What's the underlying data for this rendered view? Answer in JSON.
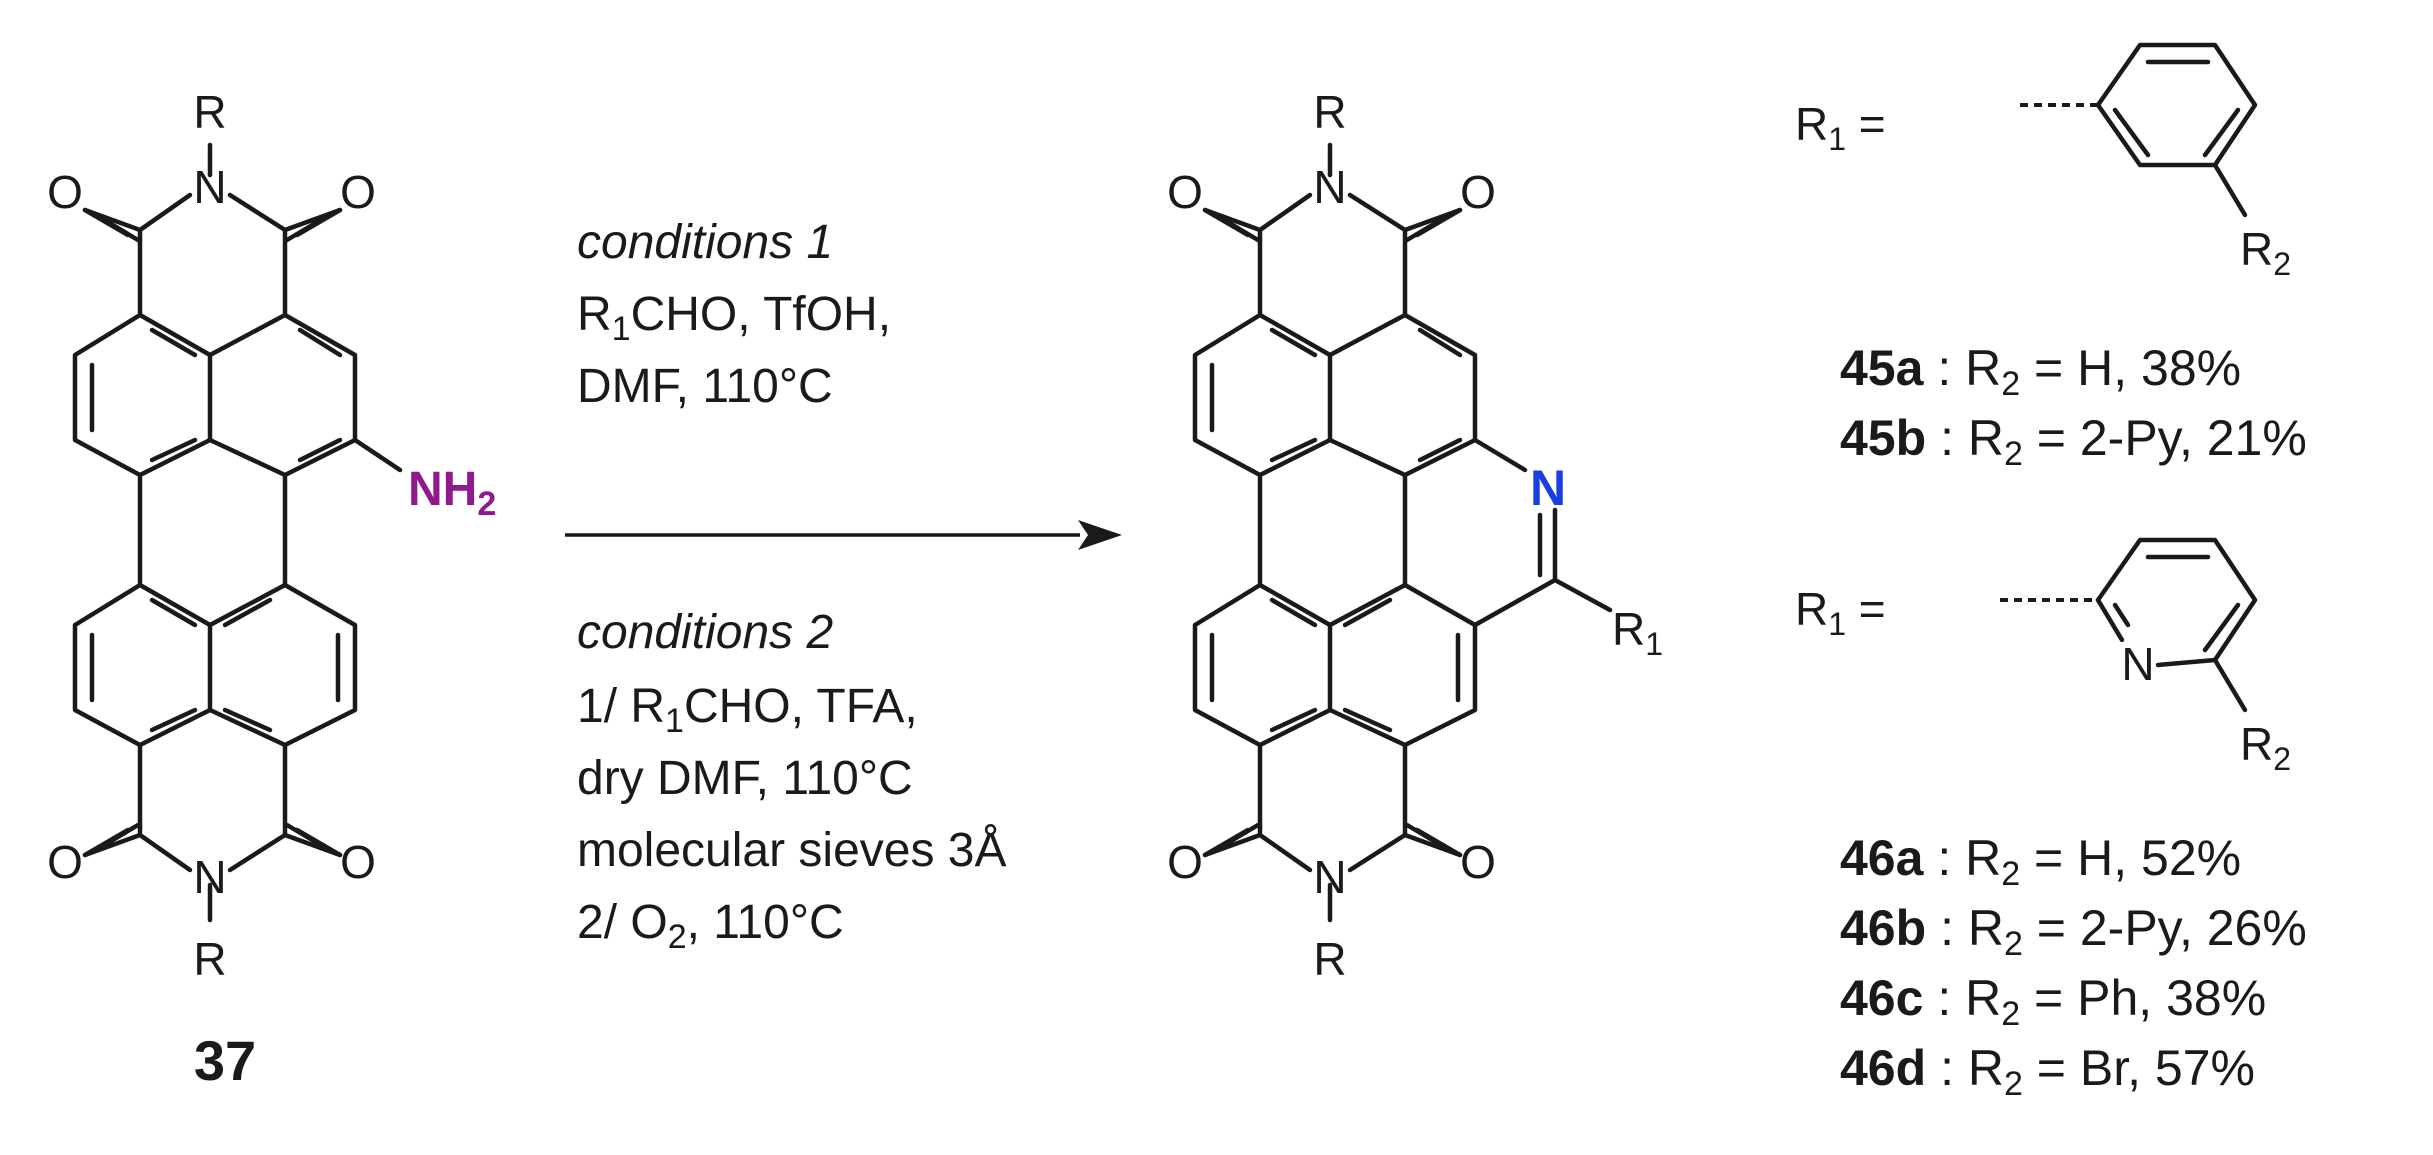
{
  "colors": {
    "bond": "#1a1a1a",
    "amine": "#8e1a8e",
    "pyridine_n": "#1a3fe0",
    "background": "#ffffff"
  },
  "reactant": {
    "compound_number": "37",
    "substituent_top": "R",
    "substituent_bottom": "R",
    "imide_n": "N",
    "carbonyl_o": "O",
    "amine_label": "NH",
    "amine_subscript": "2"
  },
  "arrow": {
    "conditions1": {
      "heading": "conditions 1",
      "line1_pre": "R",
      "line1_sub": "1",
      "line1_post": "CHO, TfOH,",
      "line2": "DMF, 110°C"
    },
    "conditions2": {
      "heading": "conditions 2",
      "line1_pre": "1/ R",
      "line1_sub": "1",
      "line1_post": "CHO, TFA,",
      "line2": "dry DMF, 110°C",
      "line3": "molecular sieves 3Å",
      "line4_pre": "2/ O",
      "line4_sub": "2",
      "line4_post": ", 110°C"
    }
  },
  "product": {
    "substituent_top": "R",
    "substituent_bottom": "R",
    "imide_n": "N",
    "carbonyl_o": "O",
    "pyridine_n": "N",
    "r1_label": "R",
    "r1_subscript": "1"
  },
  "definitions": {
    "phenyl": {
      "r1_label": "R",
      "r1_subscript": "1",
      "equals": " =",
      "r2_label": "R",
      "r2_subscript": "2",
      "results": [
        {
          "id": "45a",
          "sep": " : R",
          "sub": "2",
          "text": " = H, 38%"
        },
        {
          "id": "45b",
          "sep": " : R",
          "sub": "2",
          "text": " = 2-Py, 21%"
        }
      ]
    },
    "pyridyl": {
      "r1_label": "R",
      "r1_subscript": "1",
      "equals": " =",
      "ring_n": "N",
      "r2_label": "R",
      "r2_subscript": "2",
      "results": [
        {
          "id": "46a",
          "sep": " : R",
          "sub": "2",
          "text": " = H, 52%"
        },
        {
          "id": "46b",
          "sep": " : R",
          "sub": "2",
          "text": " = 2-Py, 26%"
        },
        {
          "id": "46c",
          "sep": " : R",
          "sub": "2",
          "text": " = Ph, 38%"
        },
        {
          "id": "46d",
          "sep": " : R",
          "sub": "2",
          "text": " = Br, 57%"
        }
      ]
    }
  }
}
